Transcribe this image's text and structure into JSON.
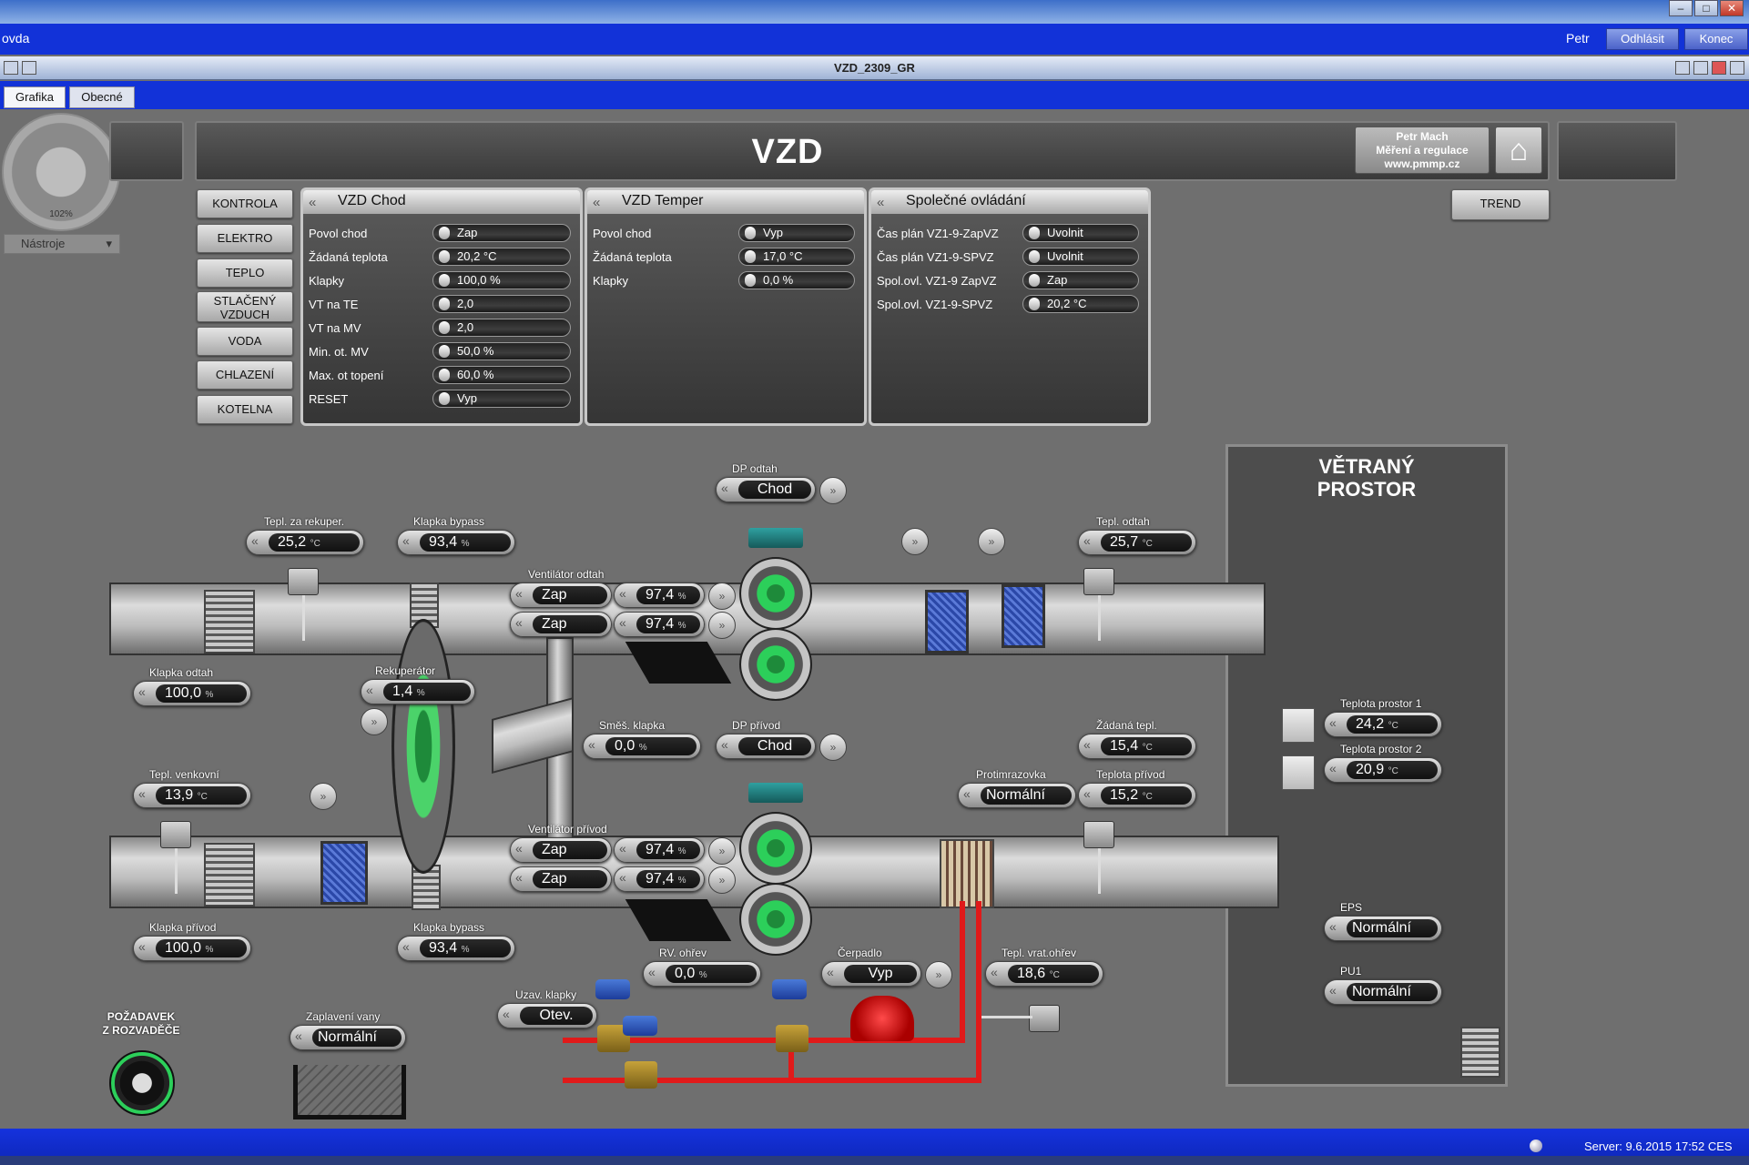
{
  "window": {
    "title": "VZD_2309_GR",
    "menu_fragment": "ovda",
    "user": "Petr",
    "logout_label": "Odhlásit",
    "exit_label": "Konec"
  },
  "tabs": [
    {
      "label": "Grafika"
    },
    {
      "label": "Obecné"
    }
  ],
  "tools": {
    "zoom": "102%",
    "tools_label": "Nástroje"
  },
  "header": {
    "title": "VZD",
    "logo_line1": "Petr Mach",
    "logo_line2": "Měření a regulace",
    "logo_line3": "www.pmmp.cz",
    "trend_label": "TREND"
  },
  "side_buttons": [
    "KONTROLA",
    "ELEKTRO",
    "TEPLO",
    "STLAČENÝ VZDUCH",
    "VODA",
    "CHLAZENÍ",
    "KOTELNA"
  ],
  "panels": {
    "chod": {
      "title": "VZD Chod",
      "rows": [
        {
          "label": "Povol chod",
          "value": "Zap"
        },
        {
          "label": "Žádaná teplota",
          "value": "20,2 °C"
        },
        {
          "label": "Klapky",
          "value": "100,0 %"
        },
        {
          "label": "VT na TE",
          "value": "2,0"
        },
        {
          "label": "VT na MV",
          "value": "2,0"
        },
        {
          "label": "Min. ot. MV",
          "value": "50,0 %"
        },
        {
          "label": "Max. ot topení",
          "value": "60,0 %"
        },
        {
          "label": "RESET",
          "value": "Vyp"
        }
      ]
    },
    "temper": {
      "title": "VZD Temper",
      "rows": [
        {
          "label": "Povol chod",
          "value": "Vyp"
        },
        {
          "label": "Žádaná teplota",
          "value": "17,0 °C"
        },
        {
          "label": "Klapky",
          "value": "0,0 %"
        }
      ]
    },
    "spolecne": {
      "title": "Společné ovládání",
      "rows": [
        {
          "label": "Čas plán VZ1-9-ZapVZ",
          "value": "Uvolnit"
        },
        {
          "label": "Čas plán VZ1-9-SPVZ",
          "value": "Uvolnit"
        },
        {
          "label": "Spol.ovl. VZ1-9 ZapVZ",
          "value": "Zap"
        },
        {
          "label": "Spol.ovl. VZ1-9-SPVZ",
          "value": "20,2 °C"
        }
      ]
    }
  },
  "diagram": {
    "dp_odtah": {
      "label": "DP odtah",
      "value": "Chod"
    },
    "tepl_za_rekuper": {
      "label": "Tepl. za rekuper.",
      "value": "25,2",
      "unit": "°C"
    },
    "klapka_bypass_top": {
      "label": "Klapka bypass",
      "value": "93,4",
      "unit": "%"
    },
    "tepl_odtah": {
      "label": "Tepl. odtah",
      "value": "25,7",
      "unit": "°C"
    },
    "ventilator_odtah": {
      "label": "Ventilátor odtah",
      "rows": [
        {
          "state": "Zap",
          "value": "97,4",
          "unit": "%"
        },
        {
          "state": "Zap",
          "value": "97,4",
          "unit": "%"
        }
      ]
    },
    "klapka_odtah": {
      "label": "Klapka odtah",
      "value": "100,0",
      "unit": "%"
    },
    "rekuperator": {
      "label": "Rekuperátor",
      "value": "1,4",
      "unit": "%"
    },
    "smes_klapka": {
      "label": "Směš. klapka",
      "value": "0,0",
      "unit": "%"
    },
    "dp_privod": {
      "label": "DP přívod",
      "value": "Chod"
    },
    "zadana_tepl": {
      "label": "Žádaná tepl.",
      "value": "15,4",
      "unit": "°C"
    },
    "tepl_venkovni": {
      "label": "Tepl. venkovní",
      "value": "13,9",
      "unit": "°C"
    },
    "protimrazovka": {
      "label": "Protimrazovka",
      "value": "Normální"
    },
    "tepl_privod": {
      "label": "Teplota přívod",
      "value": "15,2",
      "unit": "°C"
    },
    "ventilator_privod": {
      "label": "Ventilátor přívod",
      "rows": [
        {
          "state": "Zap",
          "value": "97,4",
          "unit": "%"
        },
        {
          "state": "Zap",
          "value": "97,4",
          "unit": "%"
        }
      ]
    },
    "klapka_privod": {
      "label": "Klapka přívod",
      "value": "100,0",
      "unit": "%"
    },
    "klapka_bypass_bottom": {
      "label": "Klapka bypass",
      "value": "93,4",
      "unit": "%"
    },
    "rv_ohrev": {
      "label": "RV. ohřev",
      "value": "0,0",
      "unit": "%"
    },
    "cerpadlo": {
      "label": "Čerpadlo",
      "value": "Vyp"
    },
    "tepl_vrat_ohrev": {
      "label": "Tepl. vrat.ohřev",
      "value": "18,6",
      "unit": "°C"
    },
    "uzav_klapky": {
      "label": "Uzav. klapky",
      "value": "Otev."
    },
    "zaplaveni_vany": {
      "label": "Zaplavení vany",
      "value": "Normální"
    },
    "pozadavek": {
      "line1": "POŽADAVEK",
      "line2": "Z ROZVADĚČE"
    }
  },
  "room": {
    "title_line1": "VĚTRANÝ",
    "title_line2": "PROSTOR",
    "teplota_prostor1": {
      "label": "Teplota prostor 1",
      "value": "24,2",
      "unit": "°C"
    },
    "teplota_prostor2": {
      "label": "Teplota prostor 2",
      "value": "20,9",
      "unit": "°C"
    },
    "eps": {
      "label": "EPS",
      "value": "Normální"
    },
    "pu1": {
      "label": "PU1",
      "value": "Normální"
    }
  },
  "status": {
    "server": "Server: 9.6.2015 17:52 CES"
  },
  "colors": {
    "menubar": "#1232d8",
    "background": "#6f6f6f",
    "pipe_hot": "#e01a1a",
    "fan": "#2ccf5a",
    "filter": "#2b48a8"
  }
}
